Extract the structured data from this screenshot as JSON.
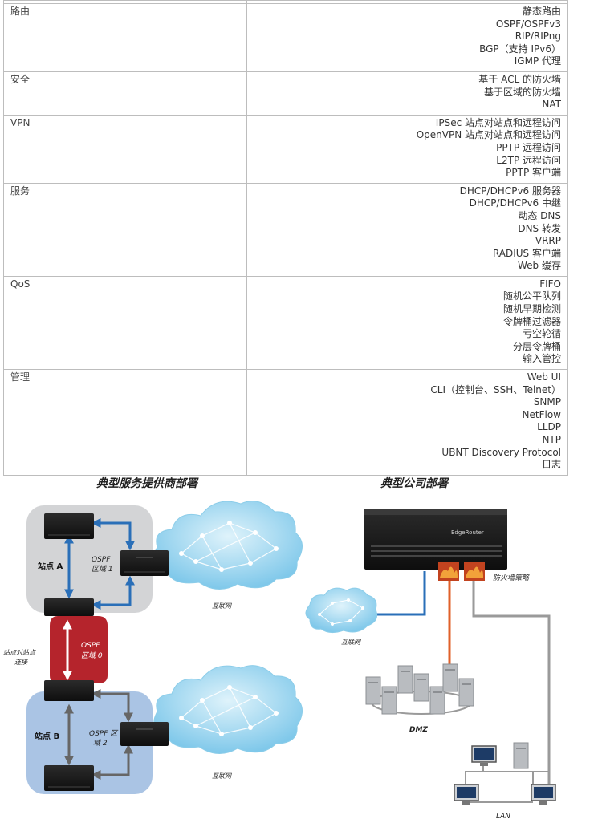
{
  "table": {
    "rows": [
      {
        "category": "路由",
        "items": [
          "静态路由",
          "OSPF/OSPFv3",
          "RIP/RIPng",
          "BGP（支持 IPv6）",
          "IGMP 代理"
        ]
      },
      {
        "category": "安全",
        "items": [
          "基于 ACL 的防火墙",
          "基于区域的防火墙",
          "NAT"
        ]
      },
      {
        "category": "VPN",
        "items": [
          "IPSec 站点对站点和远程访问",
          "OpenVPN 站点对站点和远程访问",
          "PPTP 远程访问",
          "L2TP 远程访问",
          "PPTP 客户端"
        ]
      },
      {
        "category": "服务",
        "items": [
          "DHCP/DHCPv6 服务器",
          "DHCP/DHCPv6 中继",
          "动态 DNS",
          "DNS 转发",
          "VRRP",
          "RADIUS 客户端",
          "Web 缓存"
        ]
      },
      {
        "category": "QoS",
        "items": [
          "FIFO",
          "随机公平队列",
          "随机早期检测",
          "令牌桶过滤器",
          "亏空轮循",
          "分层令牌桶",
          "输入管控"
        ]
      },
      {
        "category": "管理",
        "items": [
          "Web UI",
          "CLI（控制台、SSH、Telnet）",
          "SNMP",
          "NetFlow",
          "LLDP",
          "NTP",
          "UBNT Discovery Protocol",
          "日志"
        ]
      }
    ]
  },
  "captions": {
    "left": "典型服务提供商部署",
    "right": "典型公司部署"
  },
  "left_diagram": {
    "site_a": "站点 A",
    "ospf_area_1": [
      "OSPF",
      "区域 1"
    ],
    "internet_top": "互联网",
    "site_to_site": [
      "站点对站点",
      "连接"
    ],
    "ospf_area_0": [
      "OSPF",
      "区域 0"
    ],
    "site_b": "站点 B",
    "ospf_area_2": [
      "OSPF 区",
      "域 2"
    ],
    "internet_bottom": "互联网"
  },
  "right_diagram": {
    "router_brand": "EdgeRouter",
    "firewall_policy": "防火墙策略",
    "internet": "互联网",
    "dmz": "DMZ",
    "lan": "LAN"
  },
  "colors": {
    "site_a_zone": "#d3d4d6",
    "site_b_zone": "#aac4e4",
    "area0_zone": "#b5242c",
    "blue_link": "#2a6fb8",
    "grey_link": "#666666",
    "cloud": "#9ad3ee",
    "orange_link": "#e0602a"
  }
}
